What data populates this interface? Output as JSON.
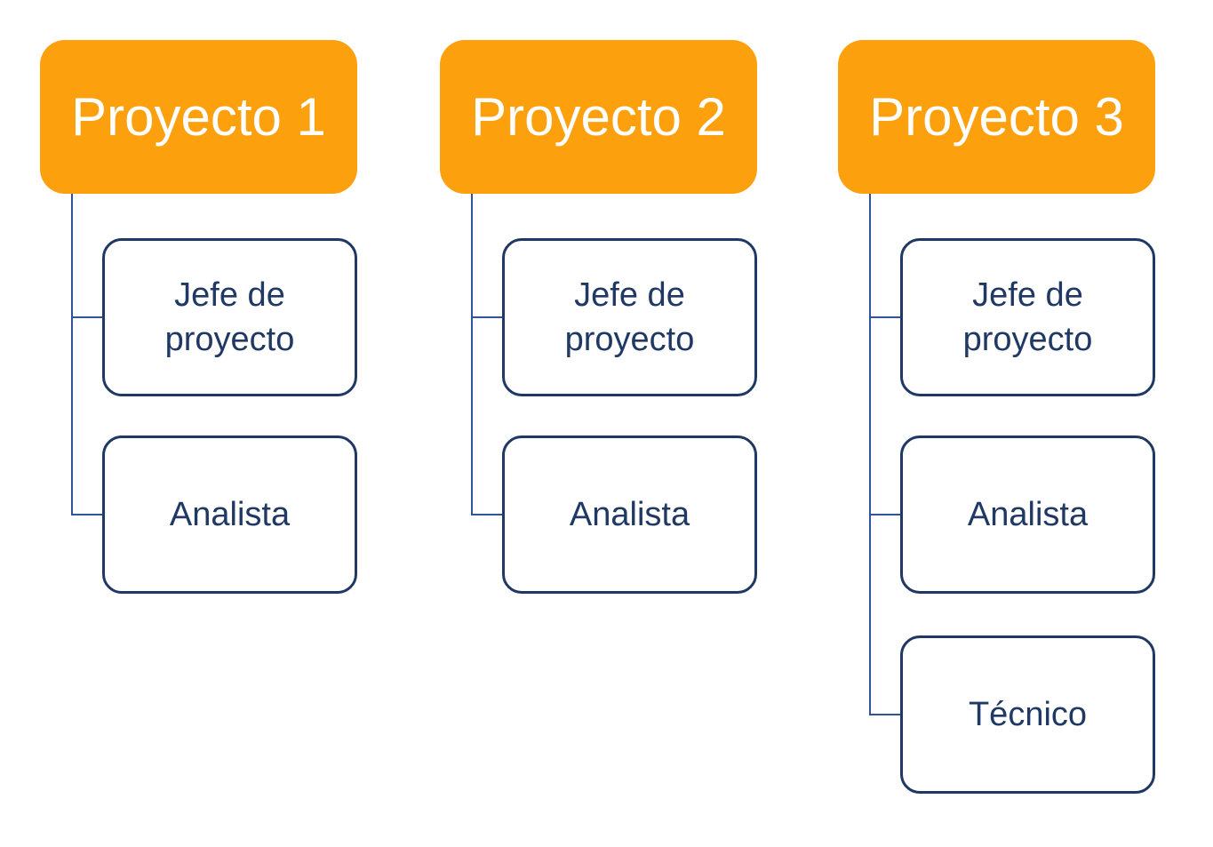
{
  "diagram": {
    "type": "org-chart",
    "columns": [
      {
        "title": "Proyecto 1",
        "children": [
          {
            "label": "Jefe de proyecto"
          },
          {
            "label": "Analista"
          }
        ]
      },
      {
        "title": "Proyecto 2",
        "children": [
          {
            "label": "Jefe de proyecto"
          },
          {
            "label": "Analista"
          }
        ]
      },
      {
        "title": "Proyecto 3",
        "children": [
          {
            "label": "Jefe de proyecto"
          },
          {
            "label": "Analista"
          },
          {
            "label": "Técnico"
          }
        ]
      }
    ],
    "colors": {
      "header_fill": "#FCA00E",
      "header_text": "#FFFFFF",
      "node_border": "#1F3864",
      "node_text": "#1F3864",
      "connector": "#2F5597",
      "background": "#FFFFFF"
    }
  }
}
